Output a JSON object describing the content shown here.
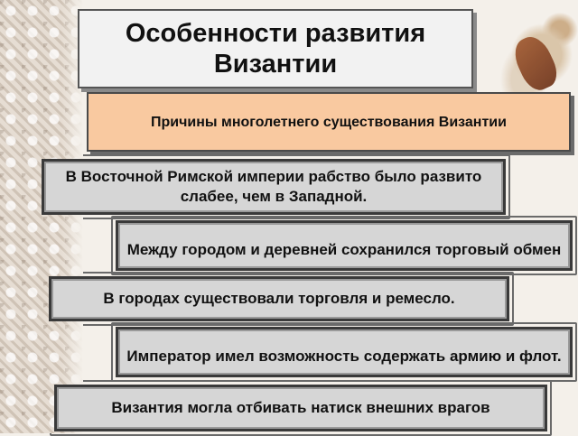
{
  "slide": {
    "title": "Особенности развития Византии",
    "subtitle": "Причины многолетнего существования Византии",
    "items": [
      "В Восточной Римской империи рабство было развито слабее, чем в Западной.",
      "Между городом и деревней сохранился торговый обмен",
      "В городах существовали торговля и ремесло.",
      "Император имел возможность содержать армию и флот.",
      "Византия могла отбивать натиск внешних врагов"
    ]
  },
  "decor": {
    "left_border": "lace-pattern",
    "top_right_image": "violin-still-life"
  },
  "colors": {
    "subtitle_fill": "#f9c9a0",
    "item_fill": "#d6d6d6",
    "title_fill": "#f2f2f2"
  }
}
